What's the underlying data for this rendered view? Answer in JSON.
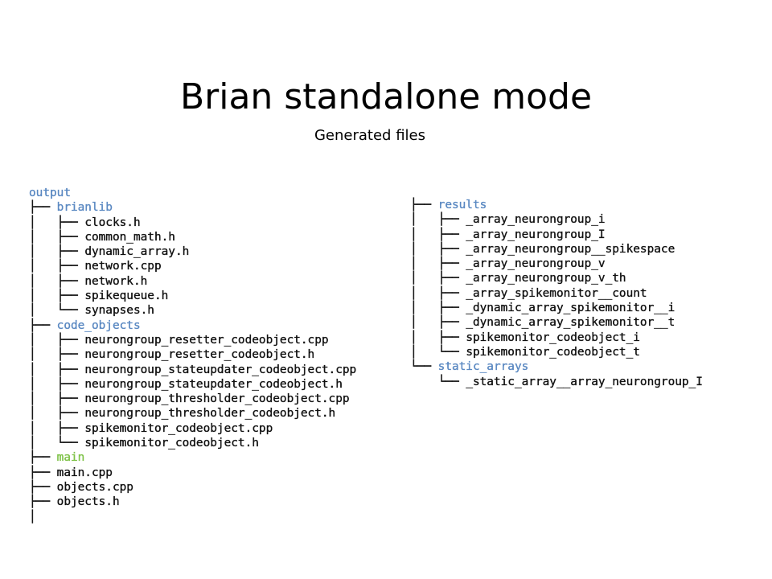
{
  "slide": {
    "title": "Brian standalone mode",
    "subtitle": "Generated files"
  },
  "colors": {
    "directory": "#5b89c2",
    "executable": "#7ec247",
    "file": "#111111"
  },
  "tree_left": [
    {
      "prefix": "",
      "name": "output",
      "kind": "dir"
    },
    {
      "prefix": "├── ",
      "name": "brianlib",
      "kind": "dir"
    },
    {
      "prefix": "│   ├── ",
      "name": "clocks.h",
      "kind": "file"
    },
    {
      "prefix": "│   ├── ",
      "name": "common_math.h",
      "kind": "file"
    },
    {
      "prefix": "│   ├── ",
      "name": "dynamic_array.h",
      "kind": "file"
    },
    {
      "prefix": "│   ├── ",
      "name": "network.cpp",
      "kind": "file"
    },
    {
      "prefix": "│   ├── ",
      "name": "network.h",
      "kind": "file"
    },
    {
      "prefix": "│   ├── ",
      "name": "spikequeue.h",
      "kind": "file"
    },
    {
      "prefix": "│   └── ",
      "name": "synapses.h",
      "kind": "file"
    },
    {
      "prefix": "├── ",
      "name": "code_objects",
      "kind": "dir"
    },
    {
      "prefix": "│   ├── ",
      "name": "neurongroup_resetter_codeobject.cpp",
      "kind": "file"
    },
    {
      "prefix": "│   ├── ",
      "name": "neurongroup_resetter_codeobject.h",
      "kind": "file"
    },
    {
      "prefix": "│   ├── ",
      "name": "neurongroup_stateupdater_codeobject.cpp",
      "kind": "file"
    },
    {
      "prefix": "│   ├── ",
      "name": "neurongroup_stateupdater_codeobject.h",
      "kind": "file"
    },
    {
      "prefix": "│   ├── ",
      "name": "neurongroup_thresholder_codeobject.cpp",
      "kind": "file"
    },
    {
      "prefix": "│   ├── ",
      "name": "neurongroup_thresholder_codeobject.h",
      "kind": "file"
    },
    {
      "prefix": "│   ├── ",
      "name": "spikemonitor_codeobject.cpp",
      "kind": "file"
    },
    {
      "prefix": "│   └── ",
      "name": "spikemonitor_codeobject.h",
      "kind": "file"
    },
    {
      "prefix": "├── ",
      "name": "main",
      "kind": "exe"
    },
    {
      "prefix": "├── ",
      "name": "main.cpp",
      "kind": "file"
    },
    {
      "prefix": "├── ",
      "name": "objects.cpp",
      "kind": "file"
    },
    {
      "prefix": "├── ",
      "name": "objects.h",
      "kind": "file"
    },
    {
      "prefix": "│",
      "name": "",
      "kind": "file"
    }
  ],
  "tree_right": [
    {
      "prefix": "├── ",
      "name": "results",
      "kind": "dir"
    },
    {
      "prefix": "│   ├── ",
      "name": "_array_neurongroup_i",
      "kind": "file"
    },
    {
      "prefix": "│   ├── ",
      "name": "_array_neurongroup_I",
      "kind": "file"
    },
    {
      "prefix": "│   ├── ",
      "name": "_array_neurongroup__spikespace",
      "kind": "file"
    },
    {
      "prefix": "│   ├── ",
      "name": "_array_neurongroup_v",
      "kind": "file"
    },
    {
      "prefix": "│   ├── ",
      "name": "_array_neurongroup_v_th",
      "kind": "file"
    },
    {
      "prefix": "│   ├── ",
      "name": "_array_spikemonitor__count",
      "kind": "file"
    },
    {
      "prefix": "│   ├── ",
      "name": "_dynamic_array_spikemonitor__i",
      "kind": "file"
    },
    {
      "prefix": "│   ├── ",
      "name": "_dynamic_array_spikemonitor__t",
      "kind": "file"
    },
    {
      "prefix": "│   ├── ",
      "name": "spikemonitor_codeobject_i",
      "kind": "file"
    },
    {
      "prefix": "│   └── ",
      "name": "spikemonitor_codeobject_t",
      "kind": "file"
    },
    {
      "prefix": "└── ",
      "name": "static_arrays",
      "kind": "dir"
    },
    {
      "prefix": "    └── ",
      "name": "_static_array__array_neurongroup_I",
      "kind": "file"
    }
  ]
}
